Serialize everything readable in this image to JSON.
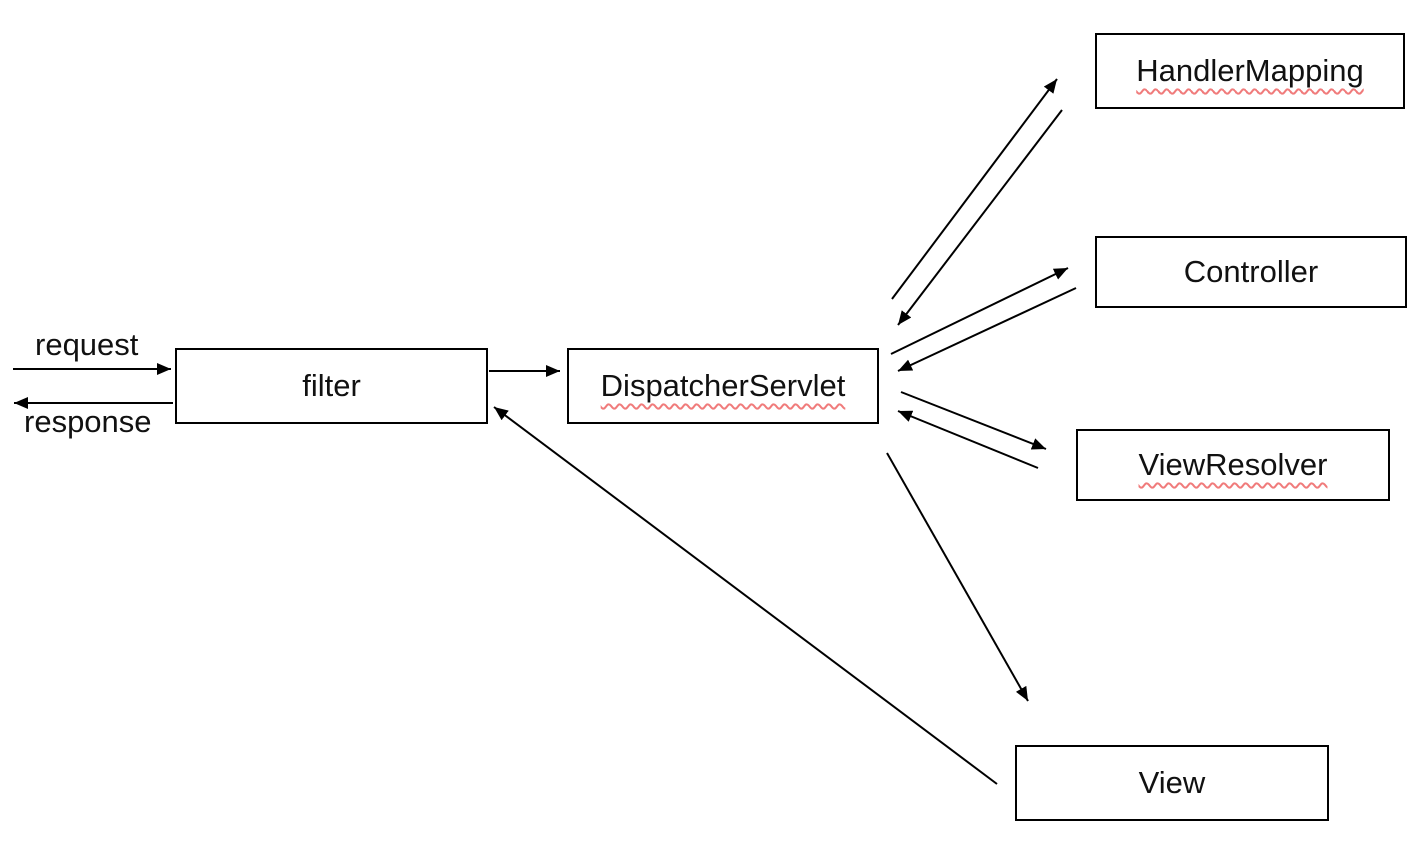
{
  "nodes": {
    "filter": {
      "label": "filter"
    },
    "dispatcher_servlet": {
      "label": "DispatcherServlet"
    },
    "handler_mapping": {
      "label": "HandlerMapping"
    },
    "controller": {
      "label": "Controller"
    },
    "view_resolver": {
      "label": "ViewResolver"
    },
    "view": {
      "label": "View"
    }
  },
  "labels": {
    "request": "request",
    "response": "response"
  },
  "edges": [
    {
      "from": "client",
      "to": "filter",
      "label": "request"
    },
    {
      "from": "filter",
      "to": "client",
      "label": "response"
    },
    {
      "from": "filter",
      "to": "dispatcher_servlet",
      "label": ""
    },
    {
      "from": "dispatcher_servlet",
      "to": "handler_mapping",
      "label": ""
    },
    {
      "from": "handler_mapping",
      "to": "dispatcher_servlet",
      "label": ""
    },
    {
      "from": "dispatcher_servlet",
      "to": "controller",
      "label": ""
    },
    {
      "from": "controller",
      "to": "dispatcher_servlet",
      "label": ""
    },
    {
      "from": "dispatcher_servlet",
      "to": "view_resolver",
      "label": ""
    },
    {
      "from": "view_resolver",
      "to": "dispatcher_servlet",
      "label": ""
    },
    {
      "from": "dispatcher_servlet",
      "to": "view",
      "label": ""
    },
    {
      "from": "view",
      "to": "filter",
      "label": ""
    }
  ],
  "colors": {
    "line": "#000000",
    "background": "#ffffff",
    "text": "#111111",
    "spellcheck_underline": "#f07b7b"
  }
}
